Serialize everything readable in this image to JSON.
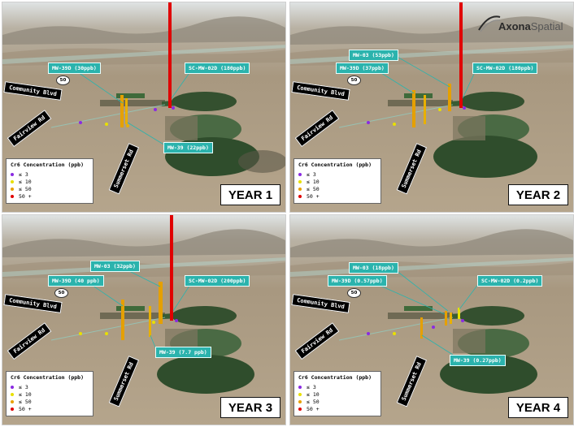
{
  "legend": {
    "title": "Cr6 Concentration (ppb)",
    "items": [
      {
        "label": "≤ 3",
        "color": "#8a2be2"
      },
      {
        "label": "≤ 10",
        "color": "#e8e000"
      },
      {
        "label": "≤ 50",
        "color": "#e8a000"
      },
      {
        "label": "50 +",
        "color": "#e00000"
      }
    ]
  },
  "roads": {
    "community": "Community Blvd",
    "fairview": "Fairview Rd",
    "summerset": "Summerset Rd"
  },
  "marker_label": "50",
  "logo": {
    "brand": "Axona",
    "suffix": "Spatial"
  },
  "panels": [
    {
      "year": "YEAR 1",
      "wells": {
        "mw39d": "MW-39D (30ppb)",
        "scmw02d": "SC-MW-02D (180ppb)",
        "mw39": "MW-39 (22ppb)"
      }
    },
    {
      "year": "YEAR 2",
      "wells": {
        "mw03": "MW-03 (53ppb)",
        "mw39d": "MW-39D (37ppb)",
        "scmw02d": "SC-MW-02D (180ppb)"
      }
    },
    {
      "year": "YEAR 3",
      "wells": {
        "mw03": "MW-03 (32ppb)",
        "mw39d": "MW-39D (40 ppb)",
        "scmw02d": "SC-MW-02D (200ppb)",
        "mw39": "MW-39 (7.7 ppb)"
      }
    },
    {
      "year": "YEAR 4",
      "wells": {
        "mw03": "MW-03 (18ppb)",
        "mw39d": "MW-39D (0.57ppb)",
        "scmw02d": "SC-MW-02D (0.2ppb)",
        "mw39": "MW-39 (0.27ppb)"
      }
    }
  ]
}
